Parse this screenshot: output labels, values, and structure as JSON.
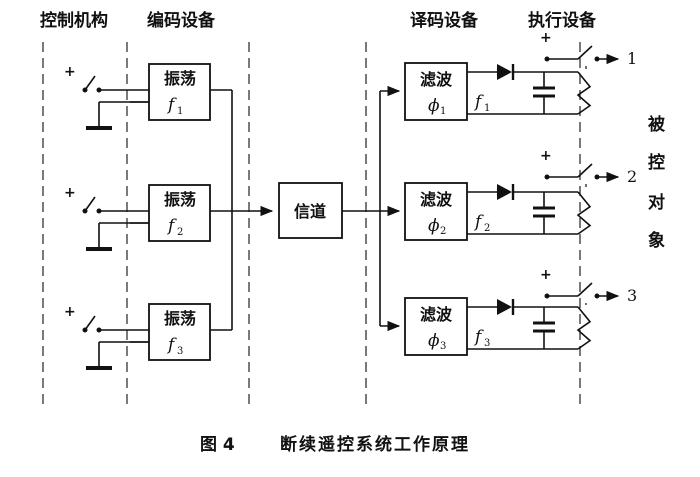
{
  "headers": {
    "control": "控制机构",
    "encoder": "编码设备",
    "decoder": "译码设备",
    "executor": "执行设备"
  },
  "oscillators": [
    {
      "label": "振荡",
      "freq": "f",
      "sub": "1"
    },
    {
      "label": "振荡",
      "freq": "f",
      "sub": "2"
    },
    {
      "label": "振荡",
      "freq": "f",
      "sub": "3"
    }
  ],
  "channel": {
    "label": "信道"
  },
  "filters": [
    {
      "label": "滤波",
      "phi": "ϕ",
      "sub": "1",
      "out_freq": "f",
      "out_sub": "1"
    },
    {
      "label": "滤波",
      "phi": "ϕ",
      "sub": "2",
      "out_freq": "f",
      "out_sub": "2"
    },
    {
      "label": "滤波",
      "phi": "ϕ",
      "sub": "3",
      "out_freq": "f",
      "out_sub": "3"
    }
  ],
  "plus_sign": "+",
  "outputs": [
    "1",
    "2",
    "3"
  ],
  "controlled_object": [
    "被",
    "控",
    "对",
    "象"
  ],
  "caption": {
    "figure": "图 4",
    "title": "断续遥控系统工作原理"
  }
}
